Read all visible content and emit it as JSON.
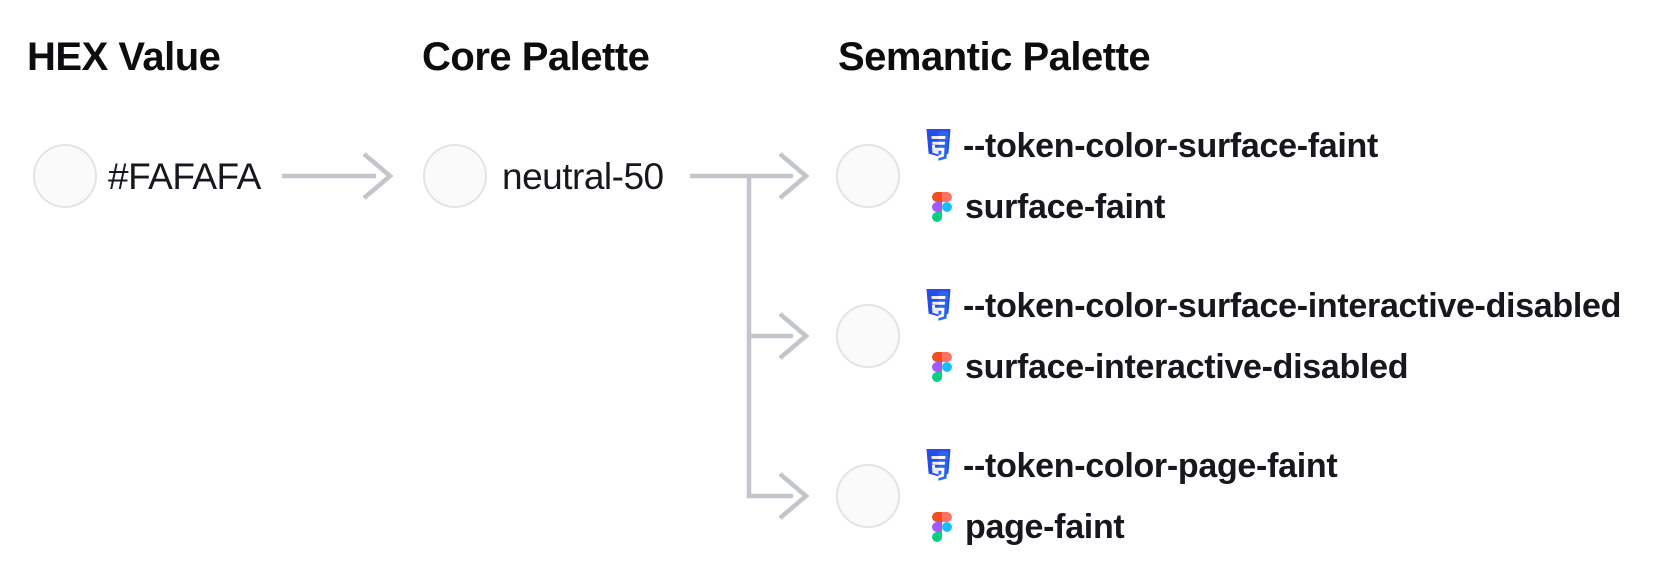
{
  "headers": {
    "hex": "HEX Value",
    "core": "Core Palette",
    "semantic": "Semantic Palette"
  },
  "hex_value": "#FAFAFA",
  "core_value": "neutral-50",
  "tokens": [
    {
      "css": "--token-color-surface-faint",
      "figma": "surface-faint"
    },
    {
      "css": "--token-color-surface-interactive-disabled",
      "figma": "surface-interactive-disabled"
    },
    {
      "css": "--token-color-page-faint",
      "figma": "page-faint"
    }
  ],
  "icons": {
    "css": "css3-shield-icon",
    "figma": "figma-logo-icon"
  },
  "colors": {
    "swatch_fill": "#FAFAFA",
    "swatch_border": "#E3E4E9",
    "connector": "#C2C5CC",
    "heading_text": "#0C0D0F",
    "label_text": "#17181D",
    "css_logo_blue": "#264DE4",
    "css_logo_blue_light": "#2965F1",
    "figma_red": "#F24E1E",
    "figma_salmon": "#FF7262",
    "figma_purple": "#A259FF",
    "figma_blue": "#1ABCFE",
    "figma_green": "#0ACF83"
  }
}
